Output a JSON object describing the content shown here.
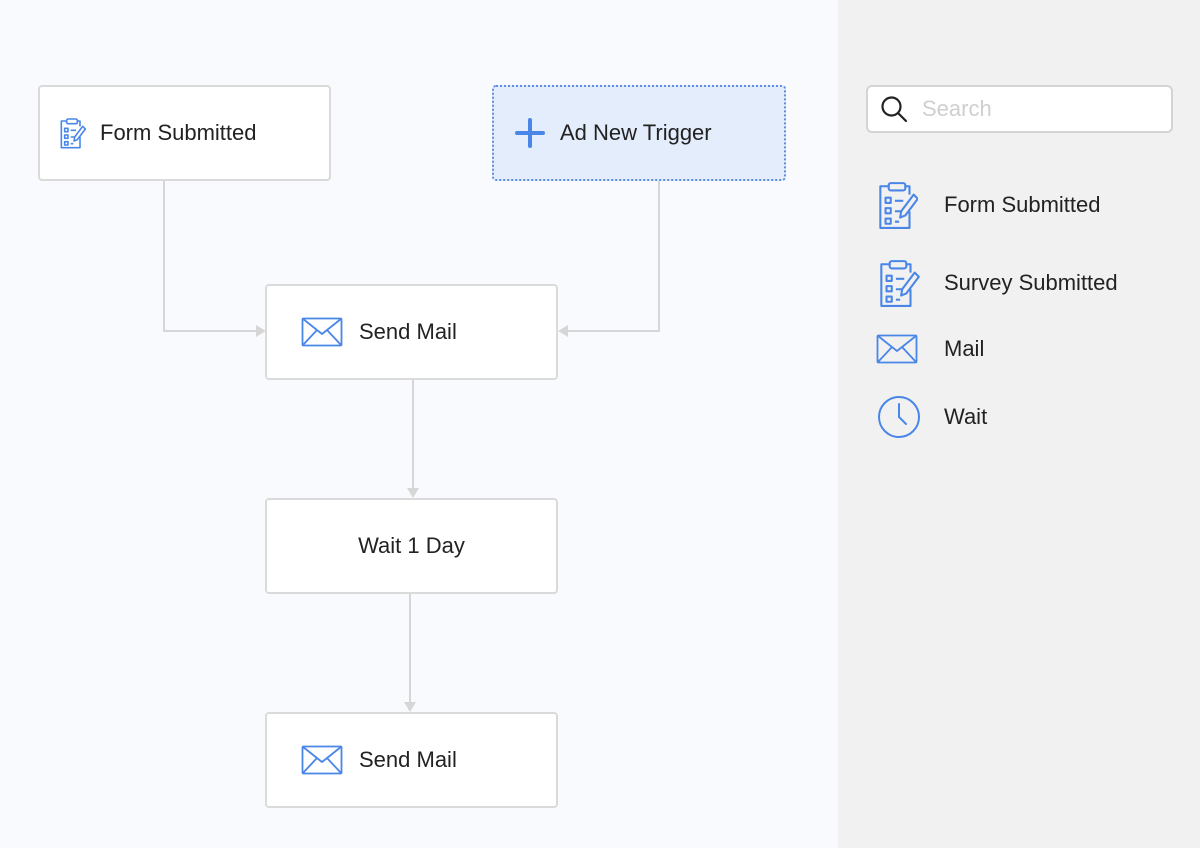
{
  "canvas": {
    "nodes": {
      "trigger_form": {
        "label": "Form Submitted",
        "icon": "form-clipboard-icon"
      },
      "add_trigger": {
        "label": "Ad New Trigger",
        "icon": "plus-icon"
      },
      "send_mail_1": {
        "label": "Send Mail",
        "icon": "mail-envelope-icon"
      },
      "wait": {
        "label": "Wait 1 Day"
      },
      "send_mail_2": {
        "label": "Send Mail",
        "icon": "mail-envelope-icon"
      }
    }
  },
  "panel": {
    "search": {
      "placeholder": "Search",
      "value": "",
      "icon": "search-icon"
    },
    "items": [
      {
        "label": "Form Submitted",
        "icon": "form-clipboard-icon"
      },
      {
        "label": "Survey Submitted",
        "icon": "form-clipboard-icon"
      },
      {
        "label": "Mail",
        "icon": "mail-envelope-icon"
      },
      {
        "label": "Wait",
        "icon": "clock-icon"
      }
    ]
  },
  "colors": {
    "accent": "#4a86e8",
    "canvas_bg": "#f8fafd",
    "panel_bg": "#f1f1f1",
    "add_trigger_bg": "#e4edfc",
    "connector": "#d6d6d6"
  }
}
